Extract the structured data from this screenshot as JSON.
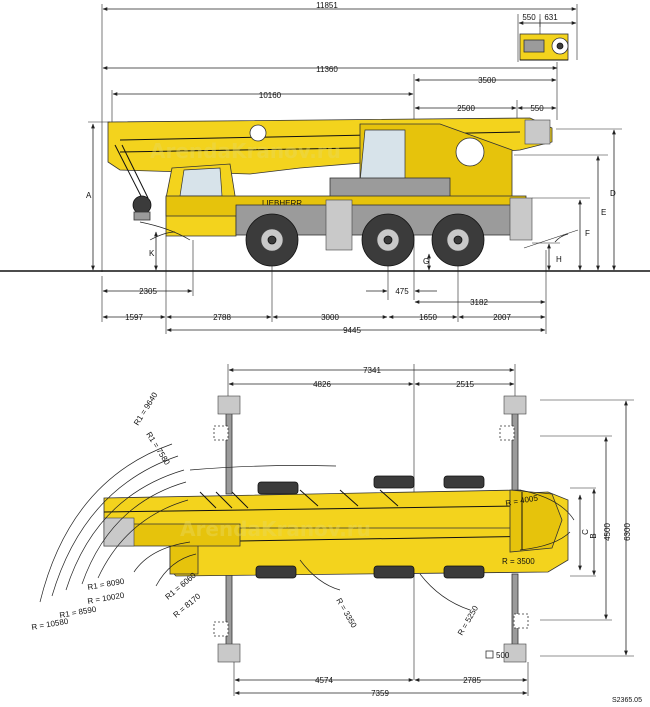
{
  "watermark": "ArendaKranov.ru",
  "drawing_code": "S2365.05",
  "side_view": {
    "top_dims": {
      "overall": "11851",
      "boom_head_a": "550",
      "boom_head_b": "631",
      "length_2": "11360",
      "length_3": "10160",
      "rear_3500": "3500",
      "rear_2500": "2500",
      "rear_550": "550"
    },
    "bottom_dims": {
      "front": "2305",
      "axle_475": "475",
      "rear_3182": "3182",
      "overhang": "1597",
      "wb_2788": "2788",
      "wb_3000": "3000",
      "wb_1650": "1650",
      "rear_2007": "2007",
      "total": "9445"
    },
    "letter_labels": {
      "a": "A",
      "k": "K",
      "g": "G",
      "h": "H",
      "f": "F",
      "e": "E",
      "d": "D"
    },
    "brand": "LIEBHERR"
  },
  "top_view": {
    "top_dims": {
      "outrigger_span": "7341",
      "front_part": "4826",
      "rear_part": "2515"
    },
    "bottom_dims": {
      "span": "4574",
      "span_total": "7359",
      "rear": "2785"
    },
    "side_dims": {
      "c": "C",
      "b": "B",
      "b_value": "4500",
      "width": "6300",
      "box": "500"
    },
    "radii": {
      "r1_9640": "R1 = 9640",
      "r1_7580": "R1 = 7580",
      "r1_8090": "R1 = 8090",
      "r_10020": "R = 10020",
      "r1_8590": "R1 = 8590",
      "r_10580": "R = 10580",
      "r1_6060": "R1 = 6060",
      "r_8170": "R = 8170",
      "r_3350": "R = 3350",
      "r_5250": "R = 5250",
      "r_4005": "R = 4005",
      "r_3500": "R = 3500"
    }
  }
}
